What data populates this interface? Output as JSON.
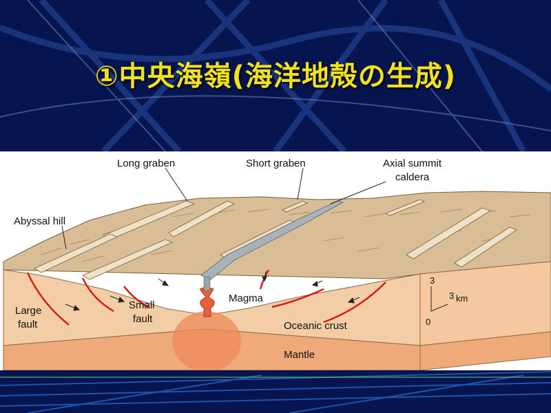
{
  "slide": {
    "title": "①中央海嶺(海洋地殻の生成)"
  },
  "diagram": {
    "labels": {
      "long_graben": "Long graben",
      "short_graben": "Short graben",
      "axial_summit_1": "Axial summit",
      "axial_summit_2": "caldera",
      "abyssal_hill": "Abyssal hill",
      "large_fault_1": "Large",
      "large_fault_2": "fault",
      "small_fault_1": "Small",
      "small_fault_2": "fault",
      "magma": "Magma",
      "oceanic_crust": "Oceanic crust",
      "mantle": "Mantle",
      "scale_top": "3",
      "scale_bottom": "0",
      "scale_km_num": "3",
      "scale_km_unit": "km"
    },
    "colors": {
      "background": "#06154f",
      "title": "#f2e21a",
      "seafloor": "#d9bd96",
      "crust_front": "#f3cda6",
      "mantle": "#f0a978",
      "magma": "#e8603a",
      "fault": "#d81a1a"
    }
  }
}
